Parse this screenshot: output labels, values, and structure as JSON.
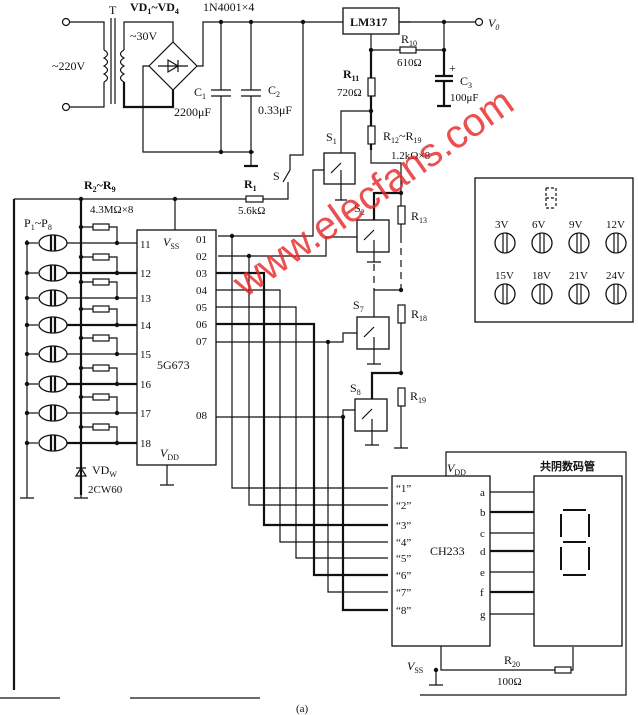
{
  "power_supply": {
    "input_voltage": "~220V",
    "transformer_label": "T",
    "secondary_voltage": "~30V",
    "rectifier_label": "VD",
    "rectifier_sub1": "1",
    "rectifier_sep": "~VD",
    "rectifier_sub2": "4",
    "rectifier_part": "1N4001×4",
    "c1_label": "C",
    "c1_sub": "1",
    "c1_value": "2200μF",
    "c2_label": "C",
    "c2_sub": "2",
    "c2_value": "0.33μF",
    "regulator": "LM317",
    "output_label": "V",
    "output_sub": "0",
    "r10_label": "R",
    "r10_sub": "10",
    "r10_value": "610Ω",
    "c3_label": "C",
    "c3_sub": "3",
    "c3_value": "100μF",
    "r11_label": "R",
    "r11_sub": "11",
    "r11_value": "720Ω",
    "r12_19_label": "R",
    "r12_19_sub1": "12",
    "r12_19_sep": "~R",
    "r12_19_sub2": "19",
    "r12_19_value": "1.2kΩ×8",
    "switch_s_label": "S",
    "r1_label": "R",
    "r1_sub": "1",
    "r1_value": "5.6kΩ"
  },
  "switches": {
    "s1": {
      "label": "S",
      "sub": "1"
    },
    "s2": {
      "label": "S",
      "sub": "2"
    },
    "s7": {
      "label": "S",
      "sub": "7"
    },
    "s8": {
      "label": "S",
      "sub": "8"
    },
    "r13": {
      "label": "R",
      "sub": "13"
    },
    "r18": {
      "label": "R",
      "sub": "18"
    },
    "r19": {
      "label": "R",
      "sub": "19"
    }
  },
  "touch_input": {
    "r2_9_label": "R",
    "r2_9_sub1": "2",
    "r2_9_sep": "~R",
    "r2_9_sub2": "9",
    "r2_9_value": "4.3MΩ×8",
    "pads_label": "P",
    "pads_sub1": "1",
    "pads_sep": "~P",
    "pads_sub2": "8",
    "zener_label": "VD",
    "zener_sub": "W",
    "zener_part": "2CW60"
  },
  "ic_5g673": {
    "name": "5G673",
    "vss": "V",
    "vss_sub": "SS",
    "vdd": "V",
    "vdd_sub": "DD",
    "inputs": [
      "11",
      "12",
      "13",
      "14",
      "15",
      "16",
      "17",
      "18"
    ],
    "outputs": [
      "01",
      "02",
      "03",
      "04",
      "05",
      "06",
      "07",
      "08"
    ]
  },
  "ic_ch233": {
    "name": "CH233",
    "vdd": "V",
    "vdd_sub": "DD",
    "vss": "V",
    "vss_sub": "SS",
    "inputs": [
      "“1”",
      "“2”",
      "“3”",
      "“4”",
      "“5”",
      "“6”",
      "“7”",
      "“8”"
    ],
    "outputs": [
      "a",
      "b",
      "c",
      "d",
      "e",
      "f",
      "g"
    ]
  },
  "display": {
    "title": "共阴数码管",
    "r20_label": "R",
    "r20_sub": "20",
    "r20_value": "100Ω"
  },
  "panel": {
    "buttons": [
      "3V",
      "6V",
      "9V",
      "12V",
      "15V",
      "18V",
      "21V",
      "24V"
    ]
  },
  "caption": "(a)",
  "watermark": "www.elecfans.com"
}
